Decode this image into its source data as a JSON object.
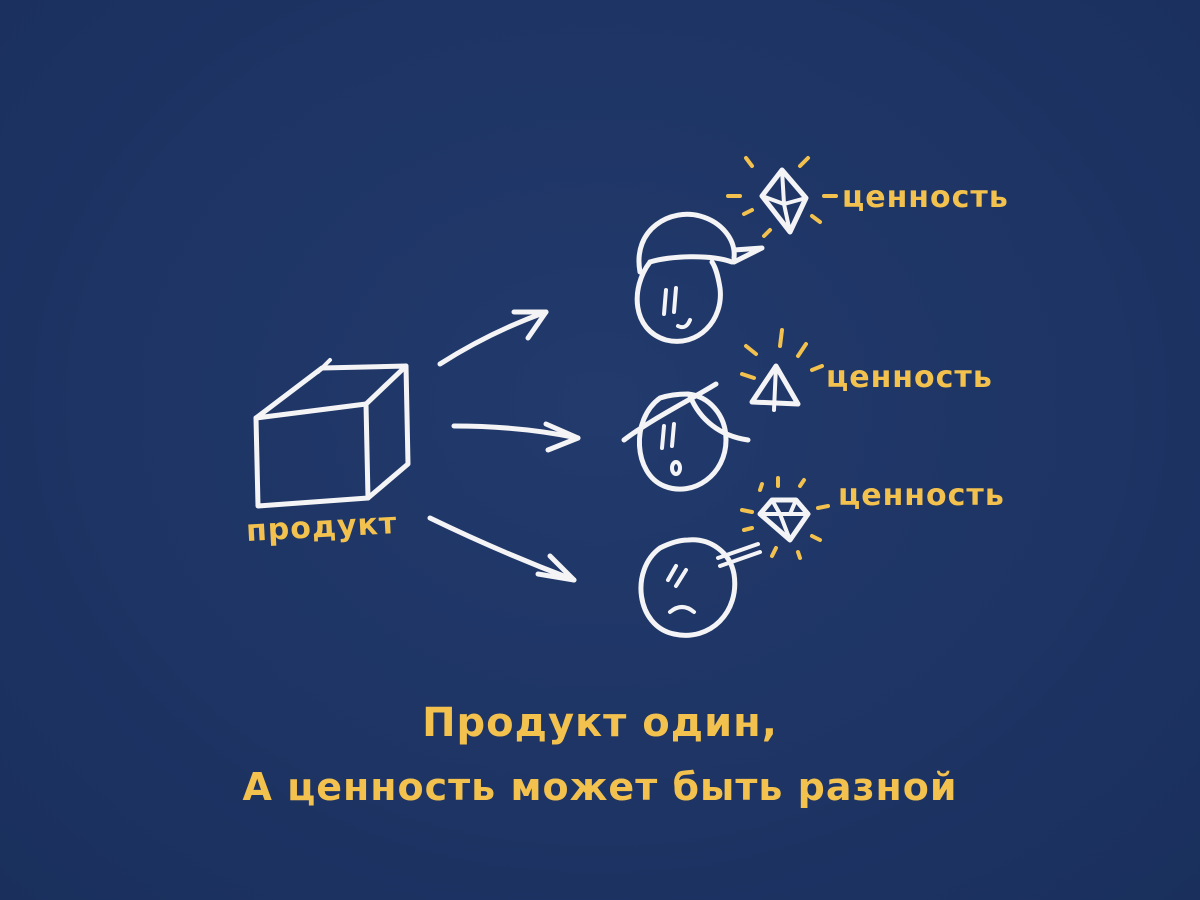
{
  "diagram": {
    "source_label": "продукт",
    "value_labels": [
      "ценность",
      "ценность",
      "ценность"
    ],
    "caption": {
      "line1": "Продукт один,",
      "line2": "А ценность может быть разной"
    },
    "colors": {
      "background": "#1e3566",
      "ink": "#f4f4f6",
      "accent": "#f2c14e"
    }
  }
}
